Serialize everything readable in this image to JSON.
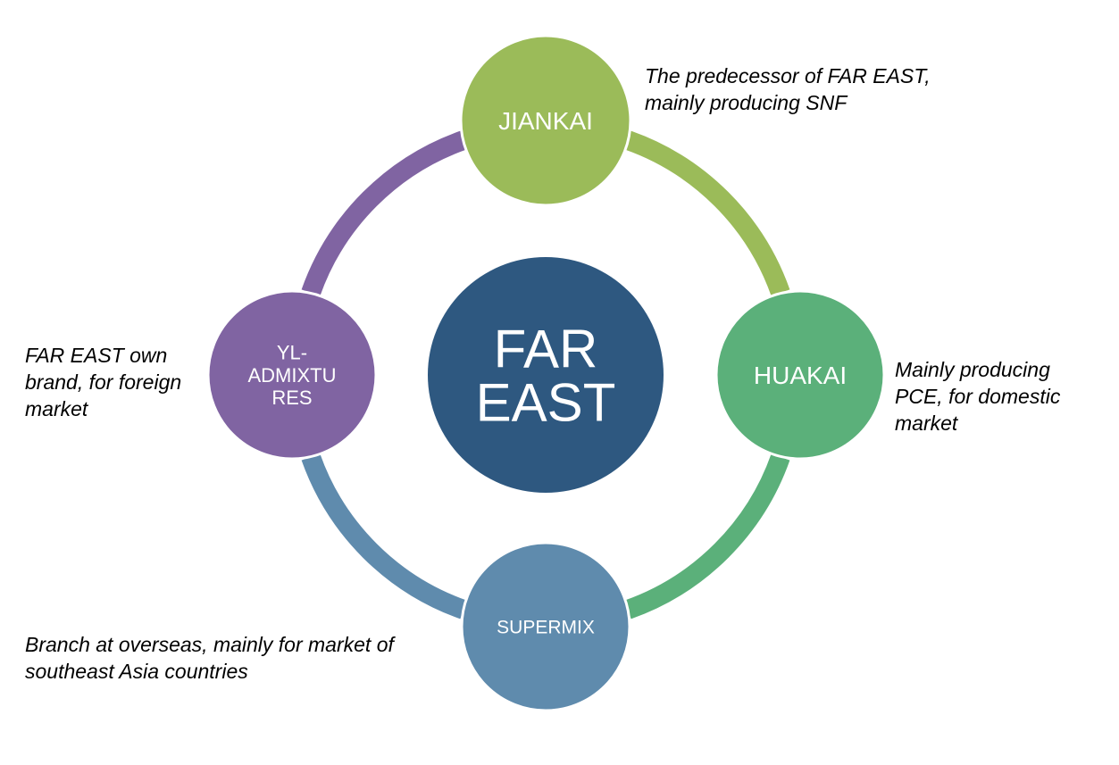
{
  "center": {
    "label": "FAR\nEAST",
    "color": "#2e5880"
  },
  "nodes": [
    {
      "id": "jiankai",
      "label": "JIANKAI",
      "color": "#9bbb59",
      "note": "The predecessor of FAR EAST,\nmainly producing SNF"
    },
    {
      "id": "huakai",
      "label": "HUAKAI",
      "color": "#5bb07a",
      "note": "Mainly producing\nPCE, for domestic\nmarket"
    },
    {
      "id": "supermix",
      "label": "SUPERMIX",
      "color": "#5f8bad",
      "note": "Branch at overseas, mainly for market of\nsoutheast Asia countries"
    },
    {
      "id": "yl-admixtures",
      "label": "YL-\nADMIXTU\nRES",
      "color": "#8064a2",
      "note": "FAR EAST own\nbrand, for foreign\nmarket"
    }
  ]
}
